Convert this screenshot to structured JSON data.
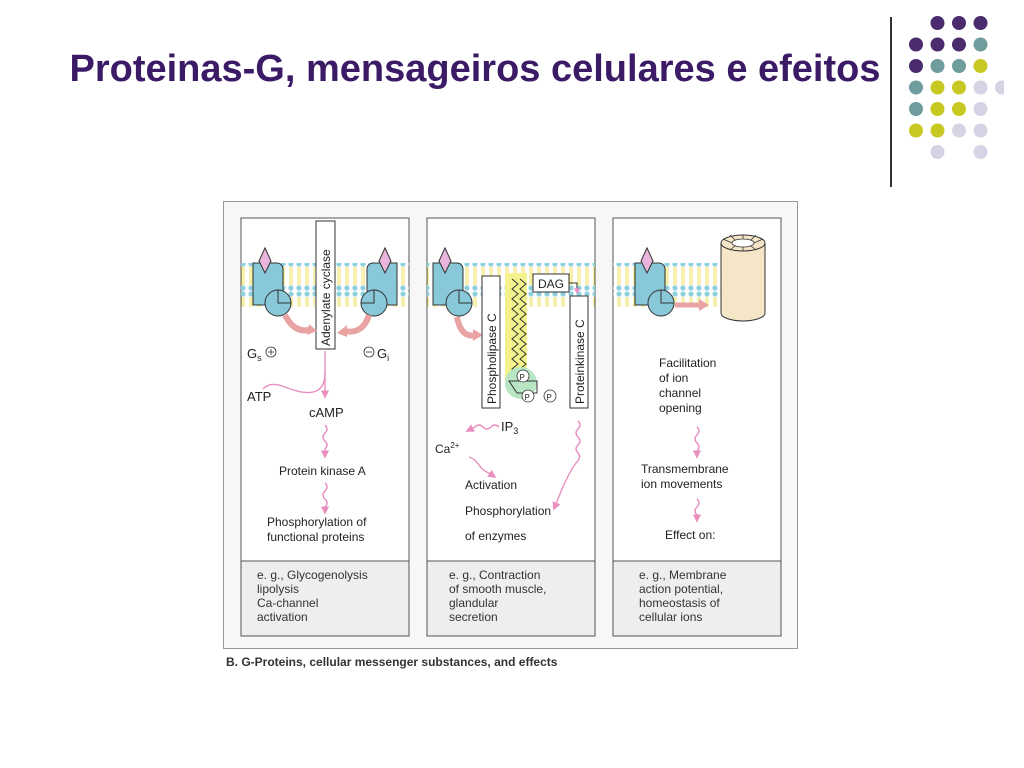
{
  "slide": {
    "title": "Proteinas-G, mensageiros celulares e efeitos",
    "colors": {
      "title": "#3b1a66",
      "dot_purple": "#4a2c6e",
      "dot_teal": "#6f9c9c",
      "dot_yellow": "#c8c822",
      "dot_lavender": "#d4d4e4"
    },
    "decoration": "dot-grid-logo"
  },
  "figure": {
    "caption": "B. G-Proteins, cellular messenger substances, and effects",
    "colors": {
      "panel_bg": "#fce9f3",
      "membrane": "#a6dbe4",
      "receptor": "#88c8d8",
      "arrow_pink": "#e98fc0",
      "dag_yellow": "#f3f28c",
      "cylinder": "#f5e6c8"
    },
    "panel1": {
      "enzyme": "Adenylate cyclase",
      "gs": "G",
      "gs_sub": "s",
      "gi": "G",
      "gi_sub": "i",
      "atp": "ATP",
      "camp": "cAMP",
      "pka": "Protein kinase A",
      "effect_line1": "Phosphorylation of",
      "effect_line2": "functional proteins",
      "examples": [
        "e. g., Glycogenolysis",
        "lipolysis",
        "Ca-channel",
        "activation"
      ]
    },
    "panel2": {
      "plc": "Phospholipase C",
      "dag": "DAG",
      "pkc": "Proteinkinase C",
      "p": "P",
      "ip3": "IP",
      "ip3_sub": "3",
      "ca": "Ca",
      "ca_sup": "2+",
      "activation": "Activation",
      "phos1": "Phosphorylation",
      "phos2": "of enzymes",
      "examples": [
        "e. g., Contraction",
        "of smooth muscle,",
        "glandular",
        "secretion"
      ]
    },
    "panel3": {
      "facilitation": [
        "Facilitation",
        "of ion",
        "channel",
        "opening"
      ],
      "transmembrane": [
        "Transmembrane",
        "ion movements"
      ],
      "effect": "Effect on:",
      "examples": [
        "e. g., Membrane",
        "action potential,",
        "homeostasis of",
        "cellular ions"
      ]
    }
  }
}
